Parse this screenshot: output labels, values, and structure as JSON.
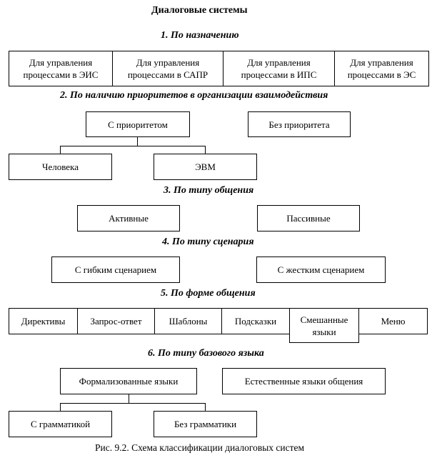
{
  "title": "Диалоговые системы",
  "sections": [
    {
      "heading": "1.  По назначению",
      "items": [
        "Для управления процессами в ЭИС",
        "Для управления процессами в САПР",
        "Для управления процессами в ИПС",
        "Для управления процессами в ЭС"
      ]
    },
    {
      "heading": "2.  По наличию приоритетов в организации взаимодействия",
      "items": [
        "С приоритетом",
        "Без приоритета"
      ],
      "subitems": [
        "Человека",
        "ЭВМ"
      ]
    },
    {
      "heading": "3.  По типу общения",
      "items": [
        "Активные",
        "Пассивные"
      ]
    },
    {
      "heading": "4.  По типу сценария",
      "items": [
        "С гибким сценарием",
        "С жестким сценарием"
      ]
    },
    {
      "heading": "5.  По форме общения",
      "items": [
        "Директивы",
        "Запрос-ответ",
        "Шаблоны",
        "Подсказки",
        "Смешанные языки",
        "Меню"
      ]
    },
    {
      "heading": "6.  По типу базового языка",
      "items": [
        "Формализованные языки",
        "Естественные языки общения"
      ],
      "subitems": [
        "С грамматикой",
        "Без грамматики"
      ]
    }
  ],
  "caption": "Рис. 9.2. Схема классификации диалоговых систем"
}
